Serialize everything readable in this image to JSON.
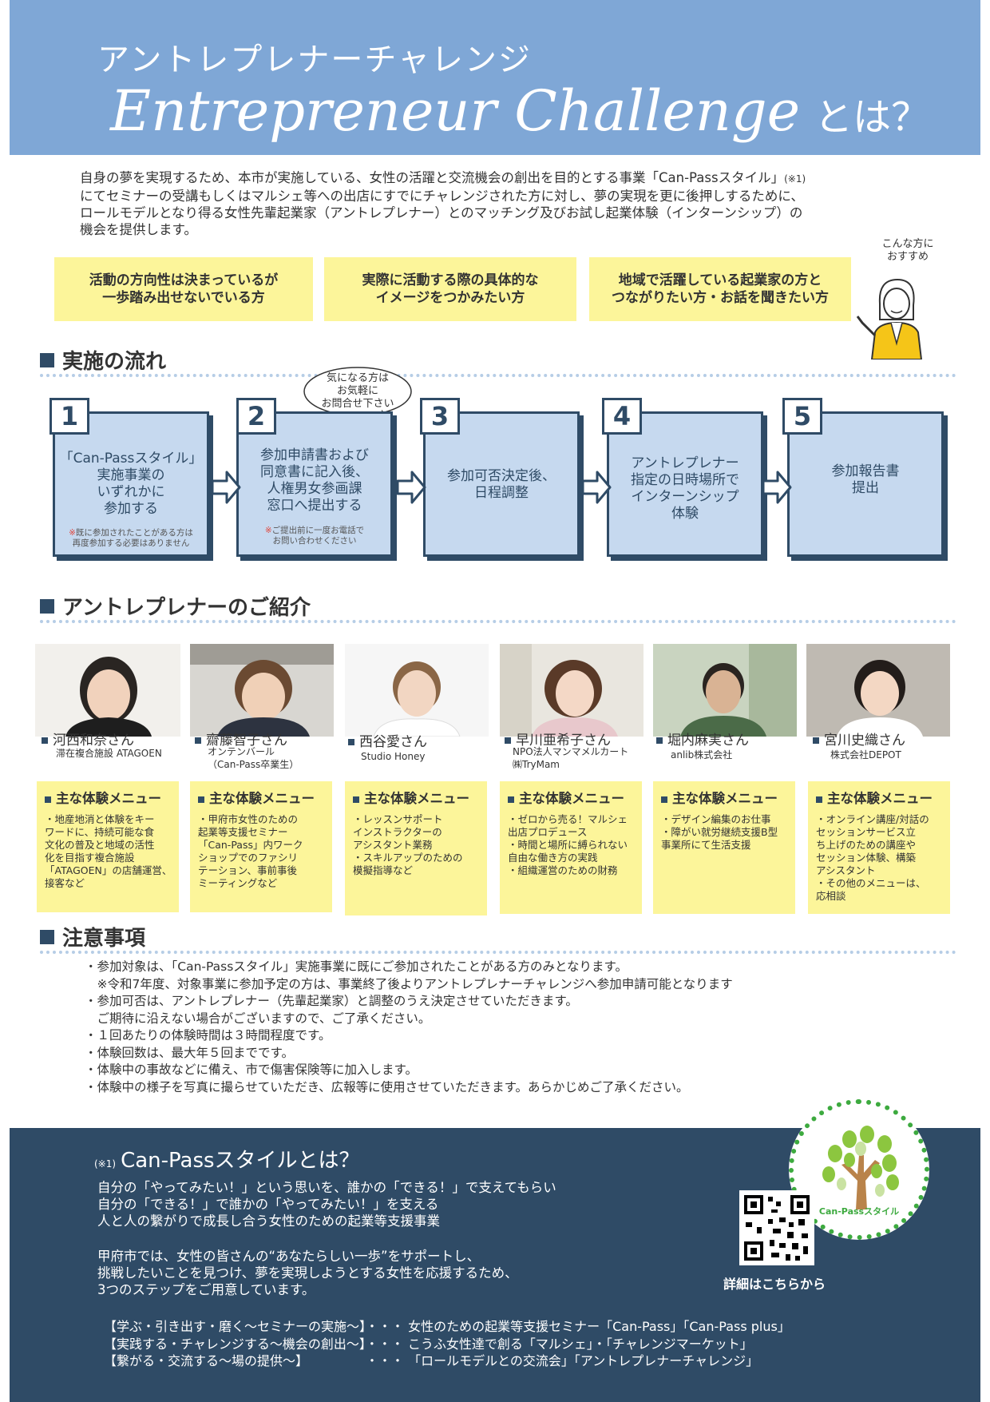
{
  "header": {
    "subtitle": "アントレプレナーチャレンジ",
    "title": "Entrepreneur Challenge",
    "title_suffix": "とは？"
  },
  "intro": {
    "line1": "自身の夢を実現するため、本市が実施している、女性の活躍と交流機会の創出を目的とする事業「Can-Passスタイル」",
    "line1_note": "(※1)",
    "line2": "にてセミナーの受講もしくはマルシェ等への出店にすでにチャレンジされた方に対し、夢の実現を更に後押しするために、",
    "line3": "ロールモデルとなり得る女性先輩起業家（アントレプレナー）とのマッチング及びお試し起業体験（インターンシップ）の",
    "line4": "機会を提供します。"
  },
  "targets": [
    {
      "line1": "活動の方向性は決まっているが",
      "line2": "一歩踏み出せないでいる方"
    },
    {
      "line1": "実際に活動する際の具体的な",
      "line2": "イメージをつかみたい方"
    },
    {
      "line1": "地域で活躍している起業家の方と",
      "line2": "つながりたい方・お話を聞きたい方"
    }
  ],
  "recommend": {
    "line1": "こんな方に",
    "line2": "おすすめ"
  },
  "flow": {
    "title": "実施の流れ",
    "bubble": {
      "line1": "気になる方は",
      "line2": "お気軽に",
      "line3": "お問合せ下さい"
    },
    "steps": [
      {
        "num": "1",
        "l1": "「Can-Passスタイル」",
        "l2": "実施事業の",
        "l3": "いずれかに",
        "l4": "参加する",
        "note_mark": "※",
        "note1": "既に参加されたことがある方は",
        "note2": "再度参加する必要はありません"
      },
      {
        "num": "2",
        "l1": "参加申請書および",
        "l2": "同意書に記入後、",
        "l3": "人権男女参画課",
        "l4": "窓口へ提出する",
        "note_mark": "※",
        "note1": "ご提出前に一度お電話で",
        "note2": "お問い合わせください"
      },
      {
        "num": "3",
        "l1": "参加可否決定後、",
        "l2": "日程調整"
      },
      {
        "num": "4",
        "l1": "アントレプレナー",
        "l2": "指定の日時場所で",
        "l3": "インターンシップ",
        "l4": "体験"
      },
      {
        "num": "5",
        "l1": "参加報告書",
        "l2": "提出"
      }
    ]
  },
  "entrepreneurs": {
    "title": "アントレプレナーのご紹介",
    "menu_title": "主な体験メニュー",
    "people": [
      {
        "name": "河西和奈さん",
        "org1": "滞在複合施設 ATAGOEN",
        "org2": "",
        "menu": [
          "・地産地消と体験をキー",
          "ワードに、持続可能な食",
          "文化の普及と地域の活性",
          "化を目指す複合施設",
          "「ATAGOEN」の店舗運営、",
          "接客など"
        ]
      },
      {
        "name": "齋藤智子さん",
        "org1": "オンテンバール",
        "org2": "（Can-Pass卒業生）",
        "menu": [
          "・甲府市女性のための",
          "起業等支援セミナー",
          "「Can-Pass」内ワーク",
          "ショップでのファシリ",
          "テーション、事前事後",
          "ミーティングなど"
        ]
      },
      {
        "name": "西谷愛さん",
        "org1": "Studio Honey",
        "org2": "",
        "menu": [
          "・レッスンサポート",
          "インストラクターの",
          "アシスタント業務",
          "・スキルアップのための",
          "模擬指導など"
        ]
      },
      {
        "name": "早川亜希子さん",
        "org1": "NPO法人マンマメルカート",
        "org2": "㈱TryMam",
        "menu": [
          "・ゼロから売る！マルシェ",
          "出店プロデュース",
          "・時間と場所に縛られない",
          "自由な働き方の実践",
          "・組織運営のための財務"
        ]
      },
      {
        "name": "堀内麻実さん",
        "org1": "anlib株式会社",
        "org2": "",
        "menu": [
          "・デザイン編集のお仕事",
          "・障がい就労継続支援B型",
          "事業所にて生活支援"
        ]
      },
      {
        "name": "宮川史織さん",
        "org1": "株式会社DEPOT",
        "org2": "",
        "menu": [
          "・オンライン講座/対話の",
          "セッションサービス立",
          "ち上げのための講座や",
          "セッション体験、構築",
          "アシスタント",
          "・その他のメニューは、",
          "応相談"
        ]
      }
    ]
  },
  "notes": {
    "title": "注意事項",
    "items": [
      "・参加対象は、「Can-Passスタイル」実施事業に既にご参加されたことがある方のみとなります。",
      "　※令和7年度、対象事業に参加予定の方は、事業終了後よりアントレプレナーチャレンジへ参加申請可能となります",
      "・参加可否は、アントレプレナー（先輩起業家）と調整のうえ決定させていただきます。",
      "　ご期待に沿えない場合がございますので、ご了承ください。",
      "・１回あたりの体験時間は３時間程度です。",
      "・体験回数は、最大年５回までです。",
      "・体験中の事故などに備え、市で傷害保険等に加入します。",
      "・体験中の様子を写真に撮らせていただき、広報等に使用させていただきます。あらかじめご了承ください。"
    ]
  },
  "footer": {
    "note": "(※1)",
    "title": "Can-Passスタイルとは？",
    "para1": [
      "自分の「やってみたい！」という思いを、誰かの「できる！」で支えてもらい",
      "自分の「できる！」で誰かの「やってみたい！」を支える",
      "人と人の繋がりで成長し合う女性のための起業等支援事業"
    ],
    "para2": [
      "甲府市では、女性の皆さんの“あなたらしい一歩”をサポートし、",
      "挑戦したいことを見つけ、夢を実現しようとする女性を応援するため、",
      "3つのステップをご用意しています。"
    ],
    "steps": [
      "【学ぶ・引き出す・磨く～セミナーの実施～】・・・ 女性のための起業等支援セミナー「Can-Pass」「Can-Pass plus」",
      "【実践する・チャレンジする～機会の創出～】・・・ こうふ女性達で創る「マルシェ」・「チャレンジマーケット」",
      "【繋がる・交流する～場の提供～】　　　　　・・・ 「ロールモデルとの交流会」「アントレプレナーチャレンジ」"
    ],
    "logo_text": "Can-Passスタイル",
    "qr_label": "詳細はこちらから"
  },
  "colors": {
    "header": "#7fa7d6",
    "navy": "#2f4b66",
    "yellow": "#fcf59a",
    "step": "#c6d9ef",
    "green": "#3daa3f"
  }
}
